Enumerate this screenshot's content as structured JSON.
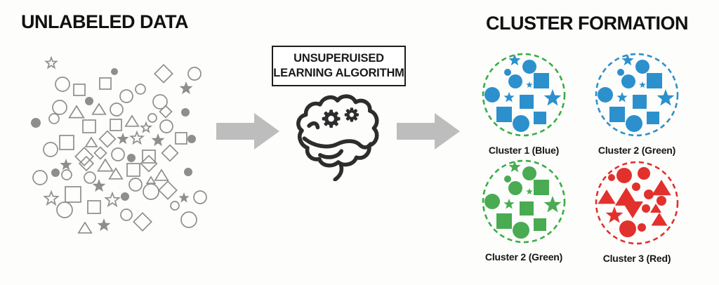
{
  "canvas": {
    "background": "#fdfdfb",
    "text_color": "#111111"
  },
  "left_section": {
    "title": "UNLABELED DATA",
    "shape_color": "#8e8e8e",
    "scatter_shapes": [
      [
        "star",
        48,
        15,
        8,
        0
      ],
      [
        "circle",
        138,
        27,
        5,
        1
      ],
      [
        "diamond",
        208,
        30,
        9,
        0
      ],
      [
        "circle",
        252,
        30,
        9,
        0
      ],
      [
        "circle",
        64,
        45,
        10,
        0
      ],
      [
        "square",
        88,
        53,
        8,
        0
      ],
      [
        "square",
        125,
        44,
        8,
        0
      ],
      [
        "star",
        240,
        51,
        10,
        1
      ],
      [
        "circle",
        175,
        52,
        7,
        0
      ],
      [
        "circle",
        155,
        62,
        9,
        0
      ],
      [
        "circle",
        203,
        70,
        10,
        0
      ],
      [
        "circle",
        102,
        69,
        6,
        1
      ],
      [
        "circle",
        60,
        78,
        10,
        0
      ],
      [
        "triangle",
        84,
        85,
        9,
        0
      ],
      [
        "triangle",
        116,
        81,
        8,
        0
      ],
      [
        "circle",
        141,
        81,
        9,
        0
      ],
      [
        "circle",
        239,
        85,
        6,
        1
      ],
      [
        "diamond",
        211,
        84,
        6,
        0
      ],
      [
        "circle",
        192,
        93,
        6,
        0
      ],
      [
        "circle",
        26,
        100,
        7,
        1
      ],
      [
        "circle",
        52,
        94,
        7,
        0
      ],
      [
        "square",
        102,
        105,
        9,
        0
      ],
      [
        "square",
        140,
        103,
        8,
        0
      ],
      [
        "triangle",
        163,
        98,
        8,
        0
      ],
      [
        "star",
        183,
        107,
        7,
        0
      ],
      [
        "circle",
        212,
        105,
        9,
        0
      ],
      [
        "square",
        233,
        122,
        8,
        0
      ],
      [
        "circle",
        248,
        123,
        6,
        1
      ],
      [
        "star",
        150,
        123,
        9,
        1
      ],
      [
        "star",
        170,
        122,
        9,
        0
      ],
      [
        "star",
        200,
        125,
        10,
        1
      ],
      [
        "square",
        70,
        128,
        10,
        0
      ],
      [
        "triangle",
        105,
        128,
        7,
        0
      ],
      [
        "diamond",
        128,
        123,
        8,
        0
      ],
      [
        "circle",
        47,
        138,
        10,
        0
      ],
      [
        "diamond",
        95,
        148,
        9,
        0
      ],
      [
        "diamond",
        118,
        143,
        6,
        0
      ],
      [
        "circle",
        143,
        145,
        9,
        0
      ],
      [
        "circle",
        162,
        150,
        6,
        1
      ],
      [
        "square",
        187,
        148,
        9,
        0
      ],
      [
        "diamond",
        217,
        143,
        8,
        0
      ],
      [
        "star",
        69,
        160,
        9,
        1
      ],
      [
        "diamond",
        98,
        158,
        7,
        0
      ],
      [
        "triangle",
        125,
        161,
        9,
        0
      ],
      [
        "triangle",
        140,
        173,
        8,
        0
      ],
      [
        "square",
        165,
        167,
        9,
        0
      ],
      [
        "diamond",
        187,
        158,
        8,
        0
      ],
      [
        "triangle",
        205,
        175,
        8,
        0
      ],
      [
        "circle",
        243,
        170,
        6,
        1
      ],
      [
        "circle",
        32,
        178,
        10,
        0
      ],
      [
        "circle",
        54,
        171,
        6,
        1
      ],
      [
        "circle",
        70,
        174,
        7,
        0
      ],
      [
        "circle",
        103,
        178,
        8,
        0
      ],
      [
        "triangle",
        190,
        182,
        5,
        0
      ],
      [
        "star",
        116,
        190,
        10,
        1
      ],
      [
        "circle",
        168,
        188,
        9,
        0
      ],
      [
        "circle",
        190,
        198,
        11,
        0
      ],
      [
        "diamond",
        214,
        196,
        9,
        0
      ],
      [
        "star",
        48,
        208,
        10,
        0
      ],
      [
        "square",
        79,
        202,
        11,
        0
      ],
      [
        "star",
        135,
        210,
        10,
        0
      ],
      [
        "circle",
        153,
        205,
        6,
        1
      ],
      [
        "star",
        237,
        207,
        8,
        1
      ],
      [
        "circle",
        260,
        206,
        9,
        0
      ],
      [
        "circle",
        67,
        224,
        11,
        0
      ],
      [
        "square",
        109,
        220,
        9,
        0
      ],
      [
        "circle",
        224,
        218,
        6,
        0
      ],
      [
        "circle",
        155,
        231,
        8,
        0
      ],
      [
        "diamond",
        178,
        241,
        9,
        0
      ],
      [
        "circle",
        244,
        238,
        11,
        0
      ],
      [
        "triangle",
        96,
        250,
        8,
        0
      ],
      [
        "star",
        123,
        246,
        10,
        1
      ]
    ]
  },
  "flow": {
    "arrow_color": "#bdbdbd",
    "icon": "brain-gears-icon",
    "icon_color": "#2d2d2d",
    "box": {
      "line1": "UNSUPERUISED",
      "line2": "LEARNING ALGORITHM",
      "border_color": "#1d1d1d"
    }
  },
  "right_section": {
    "title": "CLUSTER FORMATION",
    "layouts": {
      "a": [
        [
          "star",
          47,
          11,
          9
        ],
        [
          "circle",
          68,
          20,
          10
        ],
        [
          "circle",
          37,
          28,
          5
        ],
        [
          "circle",
          48,
          41,
          10
        ],
        [
          "square",
          85,
          40,
          11
        ],
        [
          "star",
          68,
          46,
          5
        ],
        [
          "circle",
          15,
          60,
          11
        ],
        [
          "star",
          39,
          64,
          8
        ],
        [
          "square",
          64,
          70,
          10
        ],
        [
          "star",
          101,
          65,
          13
        ],
        [
          "square",
          32,
          88,
          11
        ],
        [
          "square",
          83,
          93,
          9
        ],
        [
          "circle",
          56,
          101,
          12
        ]
      ],
      "b": [
        [
          "circle",
          24,
          24,
          5
        ],
        [
          "circle",
          42,
          21,
          11
        ],
        [
          "circle",
          70,
          18,
          9
        ],
        [
          "circle",
          59,
          37,
          6
        ],
        [
          "triangle",
          95,
          39,
          12
        ],
        [
          "triangle",
          17,
          52,
          11
        ],
        [
          "triangle",
          45,
          52,
          14
        ],
        [
          "circle",
          77,
          48,
          7
        ],
        [
          "circle",
          95,
          57,
          7
        ],
        [
          "triangle-down",
          54,
          69,
          13
        ],
        [
          "circle",
          73,
          68,
          6
        ],
        [
          "triangle",
          87,
          68,
          7
        ],
        [
          "star",
          28,
          78,
          13
        ],
        [
          "triangle",
          92,
          84,
          10
        ],
        [
          "circle",
          47,
          97,
          12
        ],
        [
          "circle",
          67,
          95,
          6
        ]
      ]
    },
    "clusters": [
      {
        "label": "Cluster 1 (Blue)",
        "shape_color": "#2c90cd",
        "ring_color": "#3aad46",
        "layout": "a"
      },
      {
        "label": "Cluster 2 (Green)",
        "shape_color": "#2c90cd",
        "ring_color": "#2c90cd",
        "layout": "a"
      },
      {
        "label": "Cluster 2 (Green)",
        "shape_color": "#49ab52",
        "ring_color": "#3aad46",
        "layout": "a"
      },
      {
        "label": "Cluster 3 (Red)",
        "shape_color": "#e2312d",
        "ring_color": "#e2312d",
        "layout": "b"
      }
    ]
  }
}
